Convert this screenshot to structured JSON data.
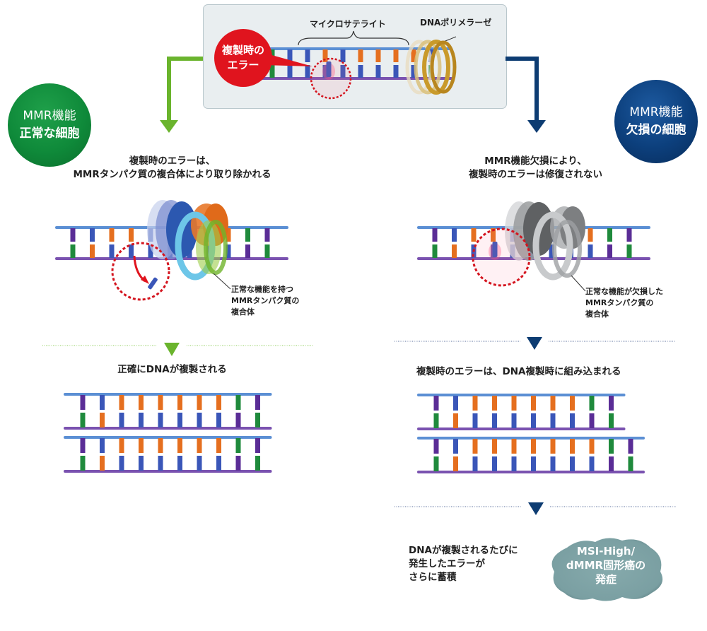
{
  "colors": {
    "green_accent": "#6ab42d",
    "navy_accent": "#0d3c72",
    "error_red": "#e0141e",
    "panel_bg": "#ebf0f9",
    "cancer_fill": "#7fa3a6",
    "strand_top": "#5b8fd4",
    "strand_bottom": "#7a52b0",
    "base_orange": "#e56f1f",
    "base_blue": "#3a56b8",
    "base_green": "#1f8a3c",
    "base_purple": "#5a2d96"
  },
  "top": {
    "error_bubble": [
      "複製時の",
      "エラー"
    ],
    "microsatellite_label": "マイクロサテライト",
    "polymerase_label": "DNAポリメラーゼ"
  },
  "left": {
    "badge": [
      "MMR機能",
      "正常な細胞"
    ],
    "heading": [
      "複製時のエラーは、",
      "MMRタンパク質の複合体により取り除かれる"
    ],
    "complex_note": [
      "正常な機能を持つ",
      "MMRタンパク質の",
      "複合体"
    ],
    "step2_heading": "正確にDNAが複製される"
  },
  "right": {
    "badge": [
      "MMR機能",
      "欠損の細胞"
    ],
    "heading": [
      "MMR機能欠損により、",
      "複製時のエラーは修復されない"
    ],
    "complex_note": [
      "正常な機能が欠損した",
      "MMRタンパク質の",
      "複合体"
    ],
    "step2_heading": "複製時のエラーは、DNA複製時に組み込まれる",
    "step3_text": [
      "DNAが複製されるたびに",
      "発生したエラーが",
      "さらに蓄積"
    ],
    "outcome": [
      "MSI-High/",
      "dMMR固形癌の",
      "発症"
    ]
  },
  "dna": {
    "pairs_10": [
      [
        "purple",
        "green"
      ],
      [
        "blue",
        "orange"
      ],
      [
        "orange",
        "blue"
      ],
      [
        "orange",
        "blue"
      ],
      [
        "orange",
        "blue"
      ],
      [
        "orange",
        "blue"
      ],
      [
        "orange",
        "blue"
      ],
      [
        "orange",
        "blue"
      ],
      [
        "green",
        "purple"
      ],
      [
        "purple",
        "green"
      ]
    ],
    "pairs_11": [
      [
        "purple",
        "green"
      ],
      [
        "blue",
        "orange"
      ],
      [
        "orange",
        "blue"
      ],
      [
        "orange",
        "blue"
      ],
      [
        "orange",
        "blue"
      ],
      [
        "orange",
        "blue"
      ],
      [
        "orange",
        "blue"
      ],
      [
        "orange",
        "blue"
      ],
      [
        "orange",
        "blue"
      ],
      [
        "green",
        "purple"
      ],
      [
        "purple",
        "green"
      ]
    ]
  }
}
